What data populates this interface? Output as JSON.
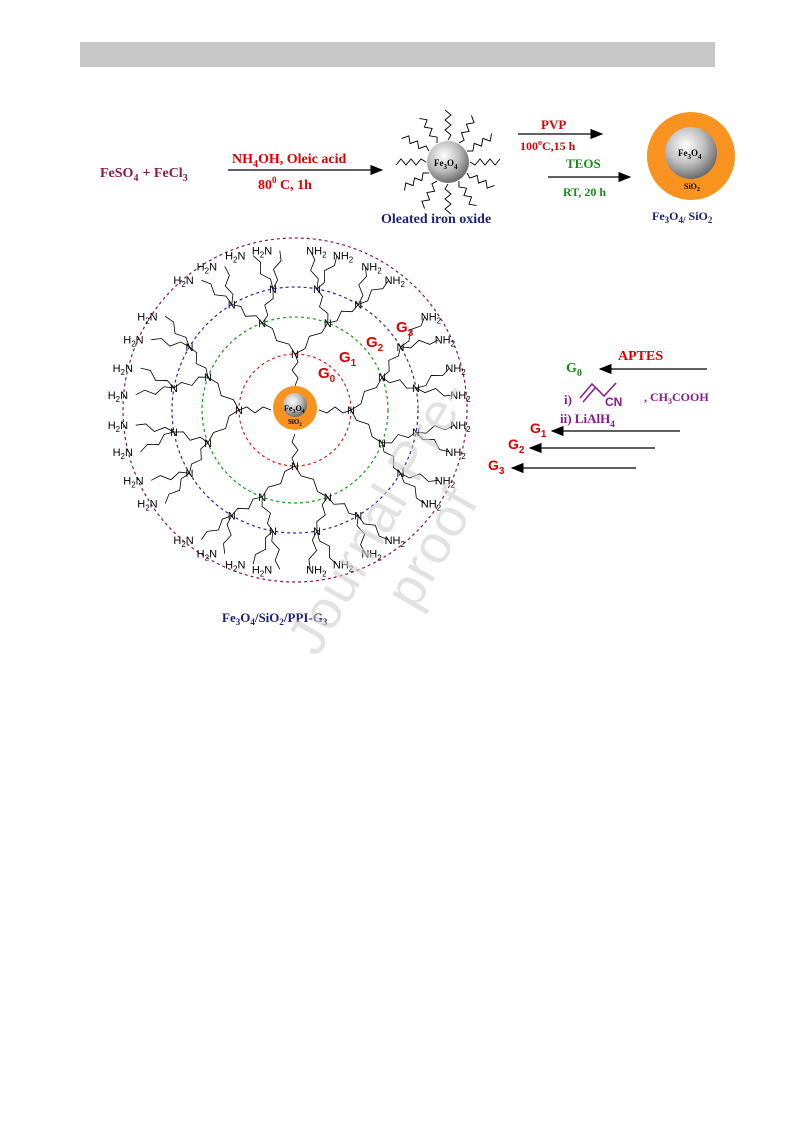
{
  "reaction1": {
    "reactant": "FeSO",
    "reactant_sub": "4",
    "plus": "+ FeCl",
    "plus_sub": "3",
    "reagent_pre": "NH",
    "reagent_sub": "4",
    "reagent_post": "OH, Oleic acid",
    "cond_pre": "80",
    "cond_sup": "0",
    "cond_post": " C,  1h"
  },
  "oleated": {
    "core_label": "Fe",
    "core_sub1": "3",
    "core_o": "O",
    "core_sub2": "4",
    "name": "Oleated iron oxide"
  },
  "reaction2": {
    "top_reagent": "PVP",
    "top_cond_pre": "100",
    "top_cond_sup": "o",
    "top_cond_post": "C,15 h",
    "bottom_reagent": "TEOS",
    "bottom_cond": "RT, 20 h"
  },
  "product1": {
    "core_label": "Fe",
    "core_sub1": "3",
    "core_o": "O",
    "core_sub2": "4",
    "shell_label": "SiO",
    "shell_sub": "2",
    "name_pre": "Fe",
    "name_sub1": "3",
    "name_o": "O",
    "name_sub2": "4/",
    "name_sio": " SiO",
    "name_sub3": "2"
  },
  "dendrimer": {
    "gen_labels": [
      "G",
      "G",
      "G",
      "G"
    ],
    "gen_subs": [
      "0",
      "1",
      "2",
      "3"
    ],
    "core_top": "Fe",
    "core_sub1": "3",
    "core_o": "O",
    "core_sub2": "4",
    "core_bottom": "SiO",
    "core_bottom_sub": "2",
    "amine_h2n": "H",
    "amine_sub": "2",
    "amine_n": "N",
    "amine_nh2_pre": "NH",
    "amine_nh2_sub": "2",
    "nitrogen": "N",
    "caption_pre": "Fe",
    "caption_sub1": "3",
    "caption_o": "O",
    "caption_sub2": "4",
    "caption_sio": "/SiO",
    "caption_sub3": "2",
    "caption_post": "/PPI-G",
    "caption_sub4": "3"
  },
  "steps": {
    "g0_label": "G",
    "g0_sub": "0",
    "aptes": "APTES",
    "step_i": "i)",
    "cn": "CN",
    "acid_pre": ", CH",
    "acid_sub": "3",
    "acid_post": "COOH",
    "step_ii_pre": "ii) LiAlH",
    "step_ii_sub": "4",
    "g_labels": [
      "G",
      "G",
      "G"
    ],
    "g_subs": [
      "1",
      "2",
      "3"
    ]
  },
  "watermark": "Journal Pre-proof",
  "colors": {
    "maroon": "#8b1a4a",
    "red": "#e00000",
    "navy": "#1f1f7a",
    "green": "#1a8a1a",
    "purple": "#8a1a8a",
    "orange": "#f7931e",
    "ring_red": "#e02020",
    "ring_green": "#1a9a1a",
    "ring_blue": "#2a2aa0",
    "ring_maroon": "#8b1a4a"
  }
}
